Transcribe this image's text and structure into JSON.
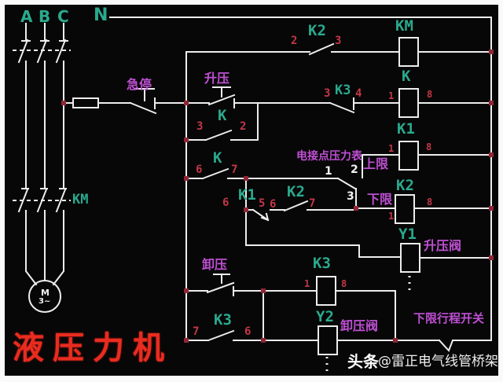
{
  "labels": {
    "phase_a": "A",
    "phase_b": "B",
    "phase_c": "C",
    "neutral": "N",
    "km_switch": "KM",
    "motor_m": "M",
    "motor_ph": "3~",
    "estop": "急停",
    "boost": "升压",
    "relief": "卸压",
    "gauge": "电接点压力表",
    "upper": "上限",
    "lower": "下限",
    "boost_valve": "升压阀",
    "relief_valve": "卸压阀",
    "travel_switch": "下限行程开关",
    "title": "液压力机"
  },
  "coils": {
    "km": "KM",
    "k": "K",
    "k1": "K1",
    "k2": "K2",
    "k3": "K3",
    "y1": "Y1",
    "y2": "Y2"
  },
  "contacts": {
    "k2_top": {
      "name": "K2",
      "l": "2",
      "r": "3"
    },
    "k3_nc": {
      "name": "K3",
      "l": "3",
      "r": "4"
    },
    "k_hold": {
      "name": "K",
      "l": "3",
      "r": "2"
    },
    "k_master": {
      "name": "K",
      "l": "6",
      "r": "7"
    },
    "k1_row": {
      "name": "K1",
      "l": "6",
      "r": "5"
    },
    "k2_row": {
      "name": "K2",
      "l": "6",
      "r": "7"
    },
    "k3_row": {
      "name": "K3",
      "l": "7",
      "r": "6"
    }
  },
  "coil_terms": {
    "k": {
      "l": "1",
      "r": "8"
    },
    "k1": {
      "l": "1",
      "r": "8"
    },
    "k2": {
      "l": "1",
      "r": "8"
    },
    "k3": {
      "l": "1",
      "r": "8"
    }
  },
  "gauge_terms": {
    "com": "1",
    "up": "2",
    "down": "3"
  },
  "watermark": {
    "badge": "头条",
    "name": "@雷正电气线管桥架"
  },
  "colors": {
    "wire": "#ededed",
    "teal": "#2aa98d",
    "num": "#c23747",
    "mag": "#bf4fd4",
    "node": "#8f2636",
    "titlered": "#e92c1f",
    "board": "#070707",
    "white": "#f2f2f2"
  }
}
